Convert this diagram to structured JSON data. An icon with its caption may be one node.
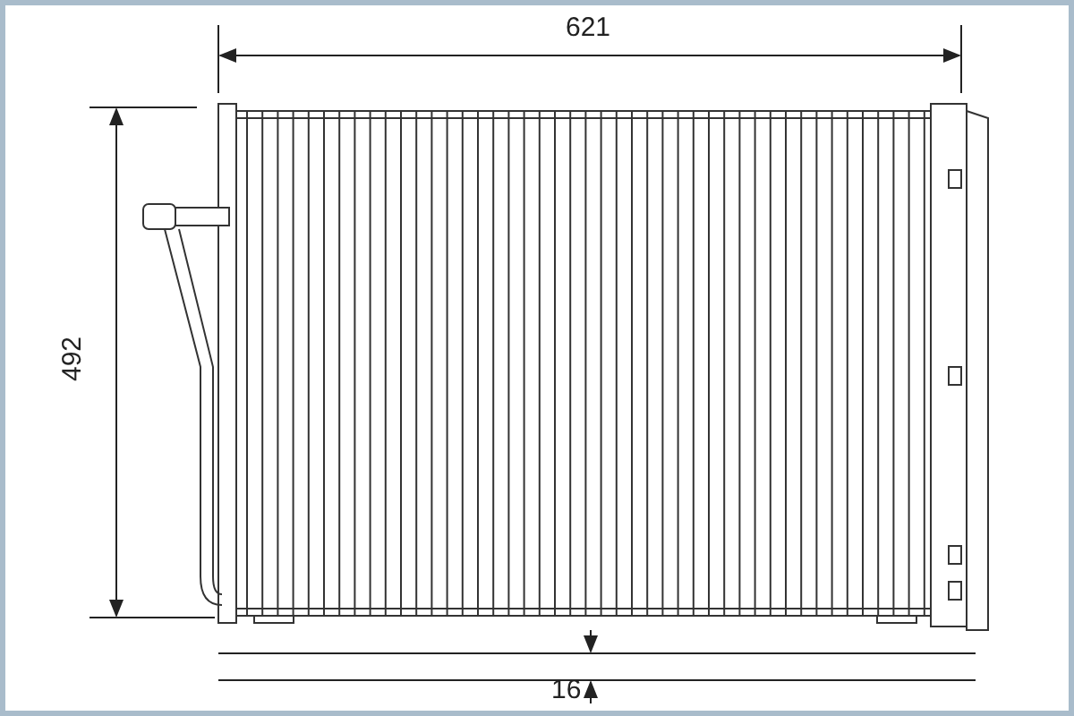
{
  "diagram": {
    "labels": [
      "621",
      "492",
      "16"
    ]
  }
}
